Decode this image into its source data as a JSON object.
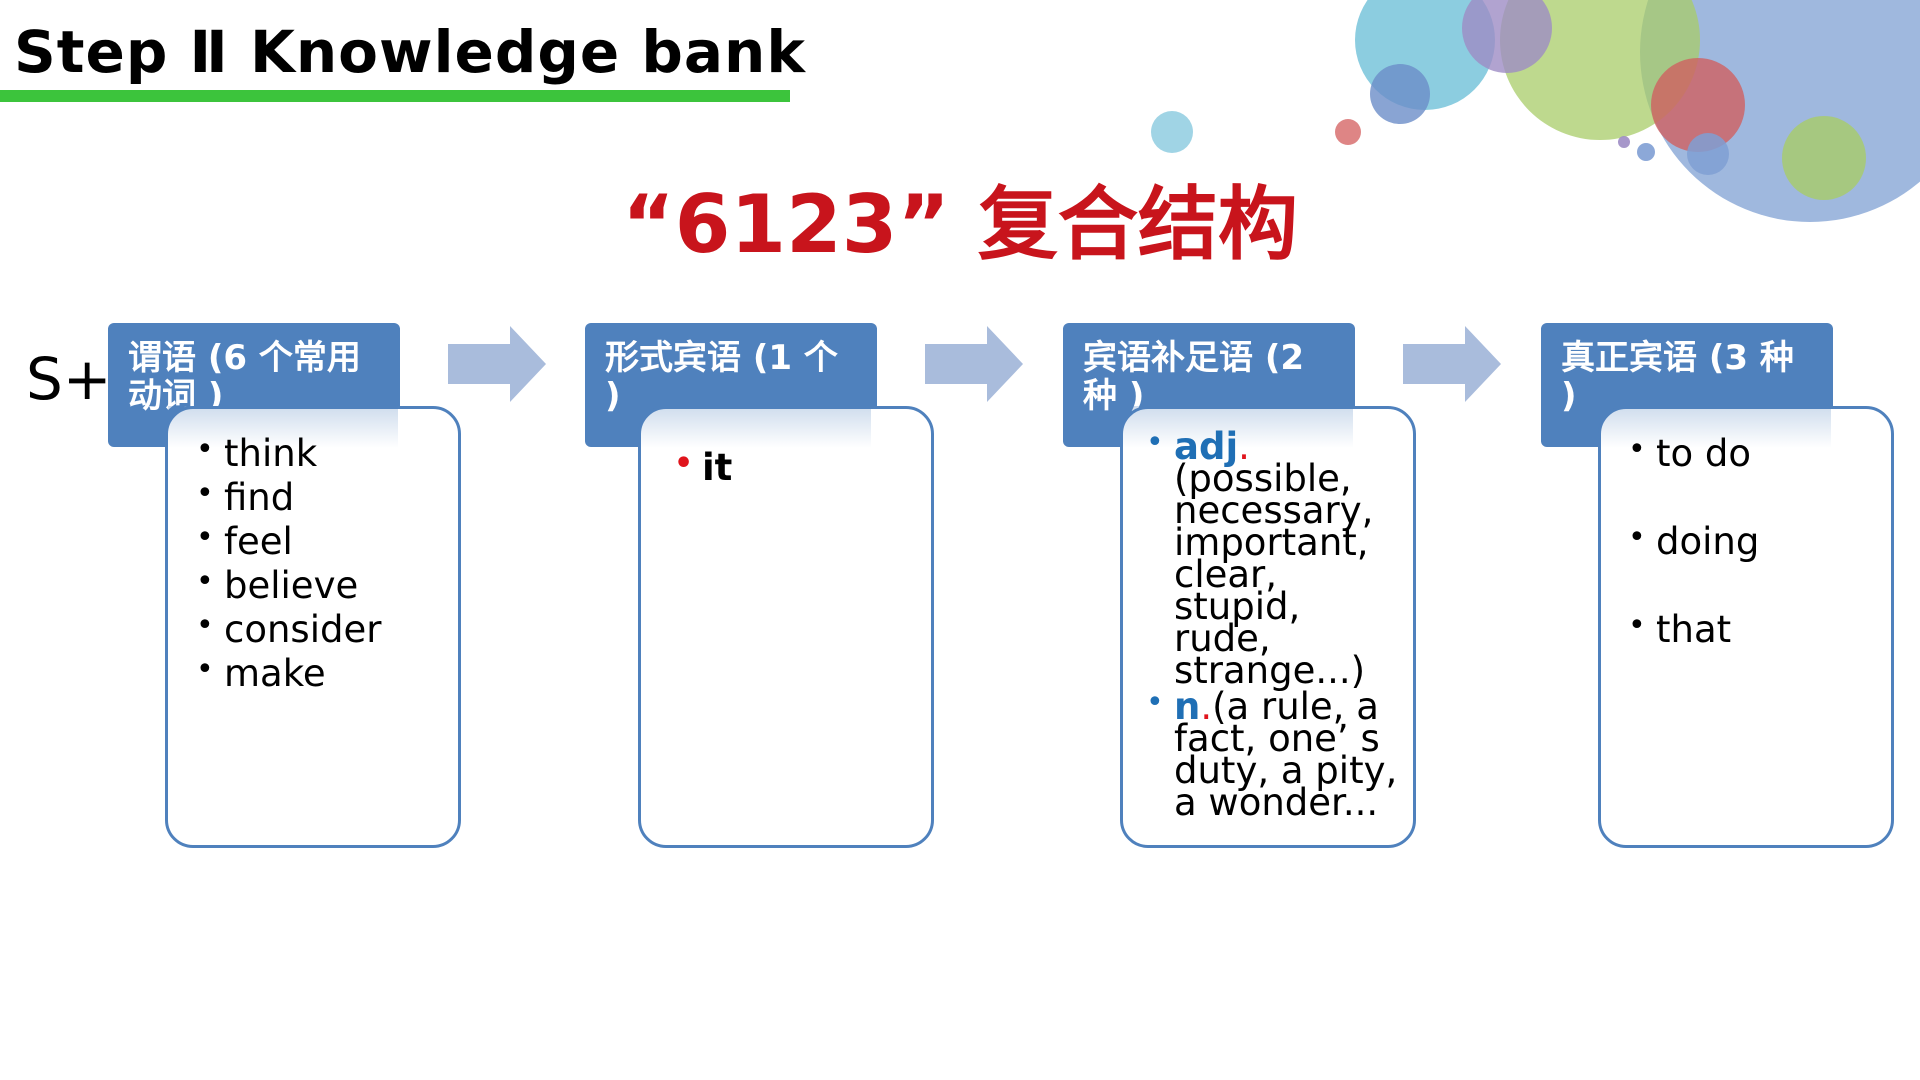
{
  "header": {
    "title": "Step Ⅱ Knowledge bank"
  },
  "main_title": "“6123”  复合结构",
  "subject_label": "S+",
  "columns": [
    {
      "heading": "谓语 (6 个常用动词 )",
      "items": [
        "think",
        "find",
        "feel",
        "believe",
        "consider",
        "make"
      ]
    },
    {
      "heading": "形式宾语 (1 个 )",
      "items": [
        "it"
      ]
    },
    {
      "heading": "宾语补足语 (2 种 )",
      "items": [
        {
          "keyword": "adj",
          "dot": ".",
          "text": "(possible, necessary, important, clear, stupid, rude, strange...)"
        },
        {
          "keyword": "n",
          "dot": ".",
          "text": "(a rule, a fact, one’  s duty, a pity, a wonder..."
        }
      ]
    },
    {
      "heading": "真正宾语 (3 种 )",
      "items": [
        "to do",
        "doing",
        "that"
      ]
    }
  ],
  "colors": {
    "accent": "#4f81bd",
    "title_red": "#c8141c",
    "header_line": "#3cc43c",
    "arrow": "#a9bcdc",
    "keyword_blue": "#1f6fb5"
  },
  "icons": {
    "arrow": "right-arrow-icon"
  }
}
